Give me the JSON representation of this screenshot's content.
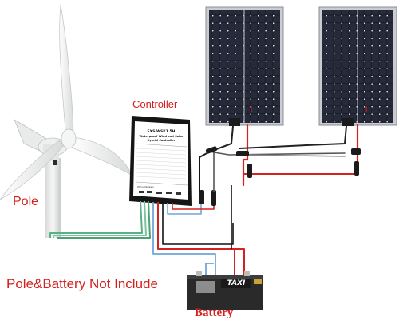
{
  "labels": {
    "controller": "Controller",
    "pole": "Pole",
    "note": "Pole&Battery Not Include",
    "battery": "Battery",
    "battery_brand": "TAXI"
  },
  "controller_face": {
    "model": "EXS-WSK1.5H",
    "line1": "Waterproof Wind and Solar",
    "line2": "Hybrid Controller",
    "wiring": "Wiring Diagram"
  },
  "panel_terminals": {
    "negative": "-",
    "positive": "+"
  },
  "colors": {
    "label_red": "#d51e1e",
    "wire_red": "#d42121",
    "wire_black": "#111111",
    "wire_blue": "#6fa6d8",
    "wire_green": "#58b183",
    "panel_cell": "#1c1f2b",
    "panel_frame": "#c9ccd1",
    "turbine_white": "#eef0ef"
  }
}
